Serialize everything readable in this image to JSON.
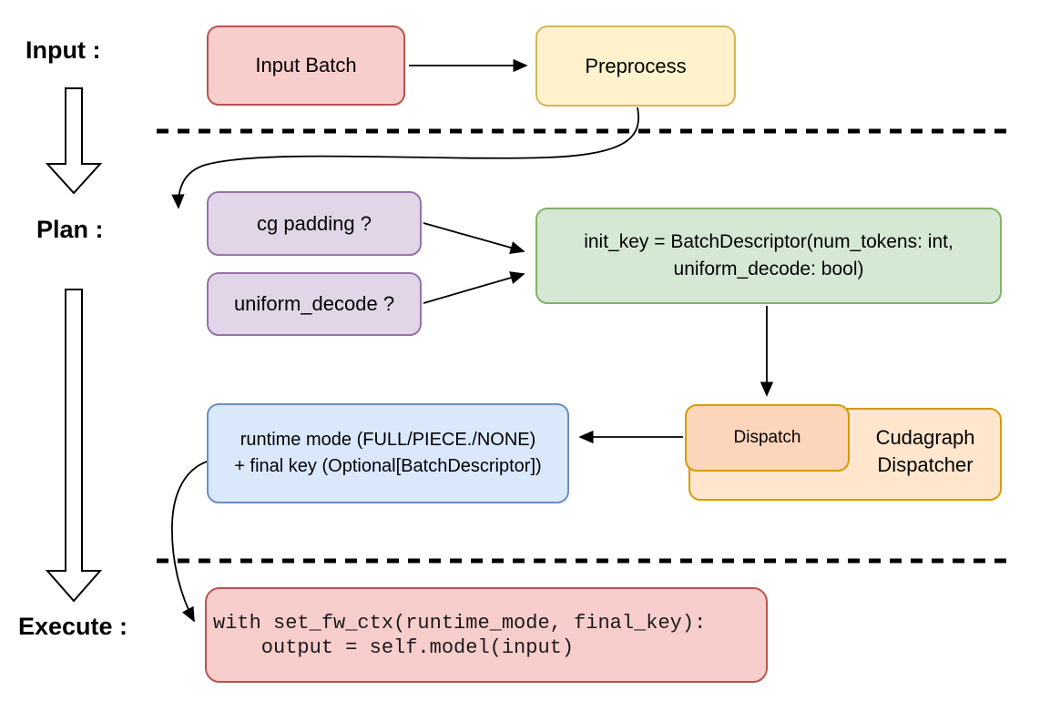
{
  "stage_labels": {
    "input": "Input :",
    "plan": "Plan :",
    "execute": "Execute :"
  },
  "nodes": {
    "input_batch": "Input Batch",
    "preprocess": "Preprocess",
    "cg_padding": "cg padding ?",
    "uniform_decode": "uniform_decode ?",
    "init_key_line1": "init_key = BatchDescriptor(num_tokens: int,",
    "init_key_line2": "uniform_decode: bool)",
    "dispatch": "Dispatch",
    "dispatcher_line1": "Cudagraph",
    "dispatcher_line2": "Dispatcher",
    "runtime_line1": "runtime mode (FULL/PIECE./NONE)",
    "runtime_line2": "+ final key (Optional[BatchDescriptor])",
    "code_line1": "with set_fw_ctx(runtime_mode, final_key):",
    "code_line2": "    output = self.model(input)"
  },
  "colors": {
    "red-fill": "#f8cecc",
    "red-stroke": "#b85450",
    "yellow-fill": "#fff2cc",
    "yellow-stroke": "#d6b656",
    "purple-fill": "#e1d5e7",
    "purple-stroke": "#9673a6",
    "green-fill": "#d5e8d4",
    "green-stroke": "#82b366",
    "orange-fill": "#ffe6cc",
    "orange-stroke": "#d79b00",
    "orange-inner-fill": "#fcd5ba",
    "blue-fill": "#dae8fc",
    "blue-stroke": "#6c8ebf"
  }
}
